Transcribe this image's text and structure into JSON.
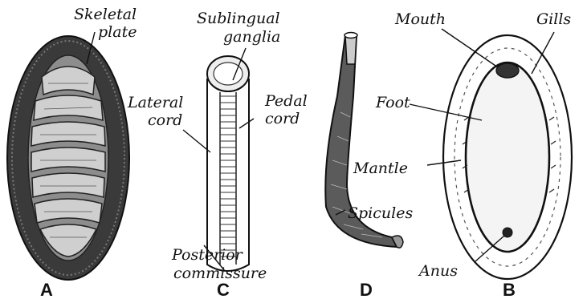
{
  "panels": {
    "a": {
      "letter": "A",
      "labels": {
        "skeletal_line1": "Skeletal",
        "skeletal_line2": "plate"
      }
    },
    "c": {
      "letter": "C",
      "labels": {
        "sublingual_line1": "Sublingual",
        "sublingual_line2": "ganglia",
        "lateral_line1": "Lateral",
        "lateral_line2": "cord",
        "pedal_line1": "Pedal",
        "pedal_line2": "cord",
        "posterior_line1": "Posterior",
        "posterior_line2": "commissure"
      }
    },
    "d": {
      "letter": "D",
      "labels": {
        "spicules": "Spicules"
      }
    },
    "b": {
      "letter": "B",
      "labels": {
        "mouth": "Mouth",
        "gills": "Gills",
        "foot": "Foot",
        "mantle": "Mantle",
        "anus": "Anus"
      }
    }
  }
}
